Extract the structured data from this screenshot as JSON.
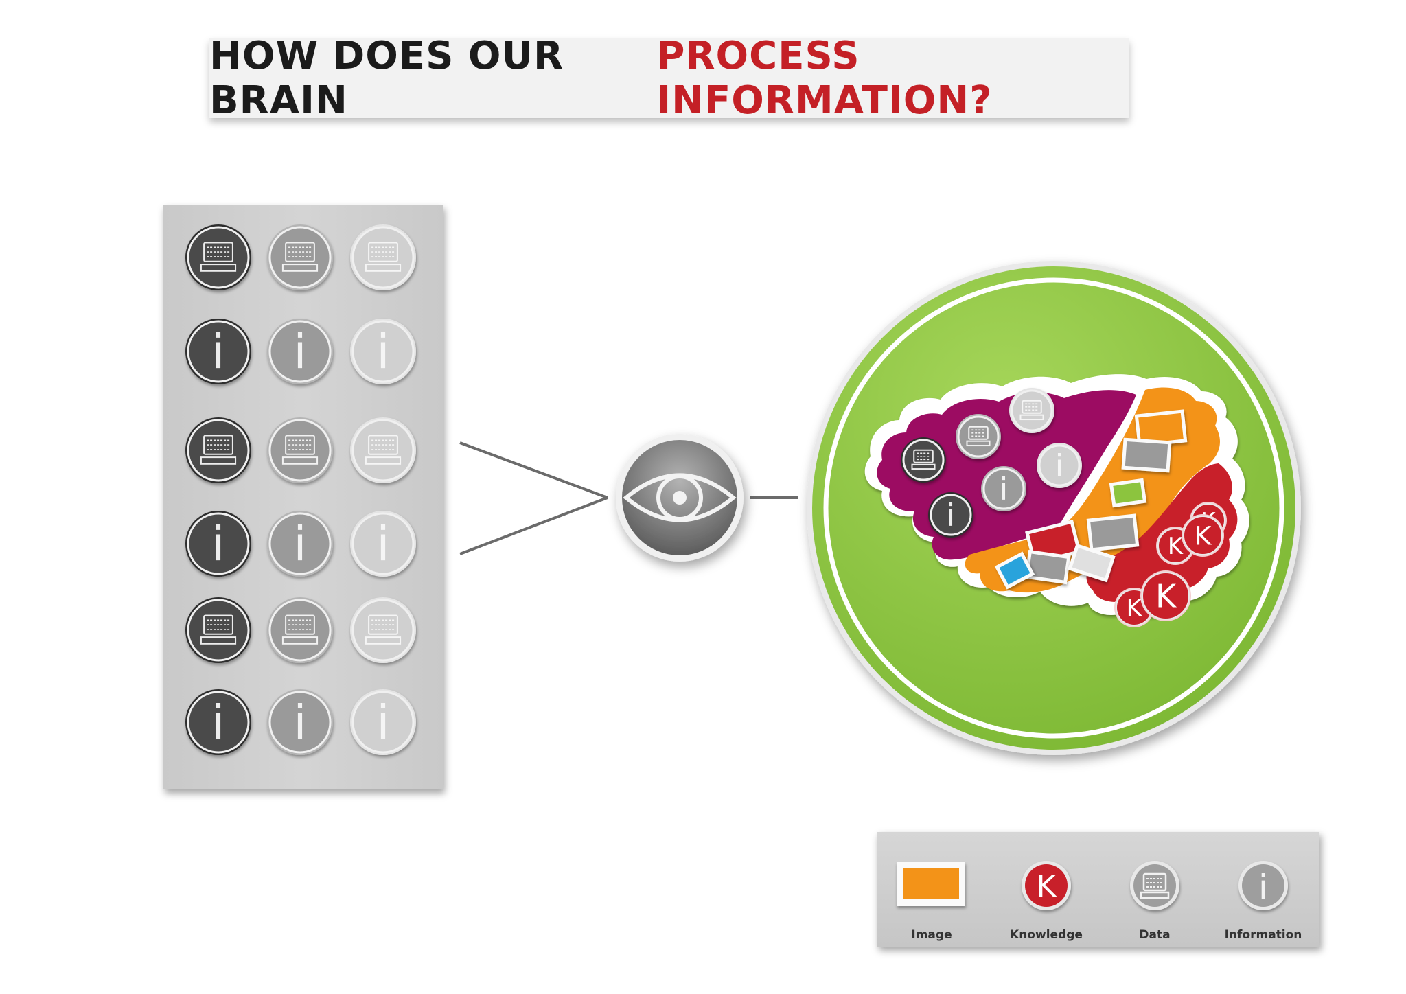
{
  "title": {
    "part1": "HOW DOES OUR BRAIN",
    "part2": "PROCESS INFORMATION?"
  },
  "legend": {
    "image_label": "Image",
    "knowledge_label": "Knowledge",
    "data_label": "Data",
    "information_label": "Information",
    "info_glyph": "i",
    "knowledge_glyph": "K"
  },
  "colors": {
    "title_red": "#c42026",
    "green": "#8cc43e",
    "purple": "#9c0c62",
    "orange": "#f39318",
    "red": "#c8202a"
  },
  "left_grid": {
    "rows": [
      "data",
      "info",
      "data",
      "info",
      "data",
      "info"
    ],
    "shades": [
      "dark",
      "medium",
      "light"
    ]
  }
}
